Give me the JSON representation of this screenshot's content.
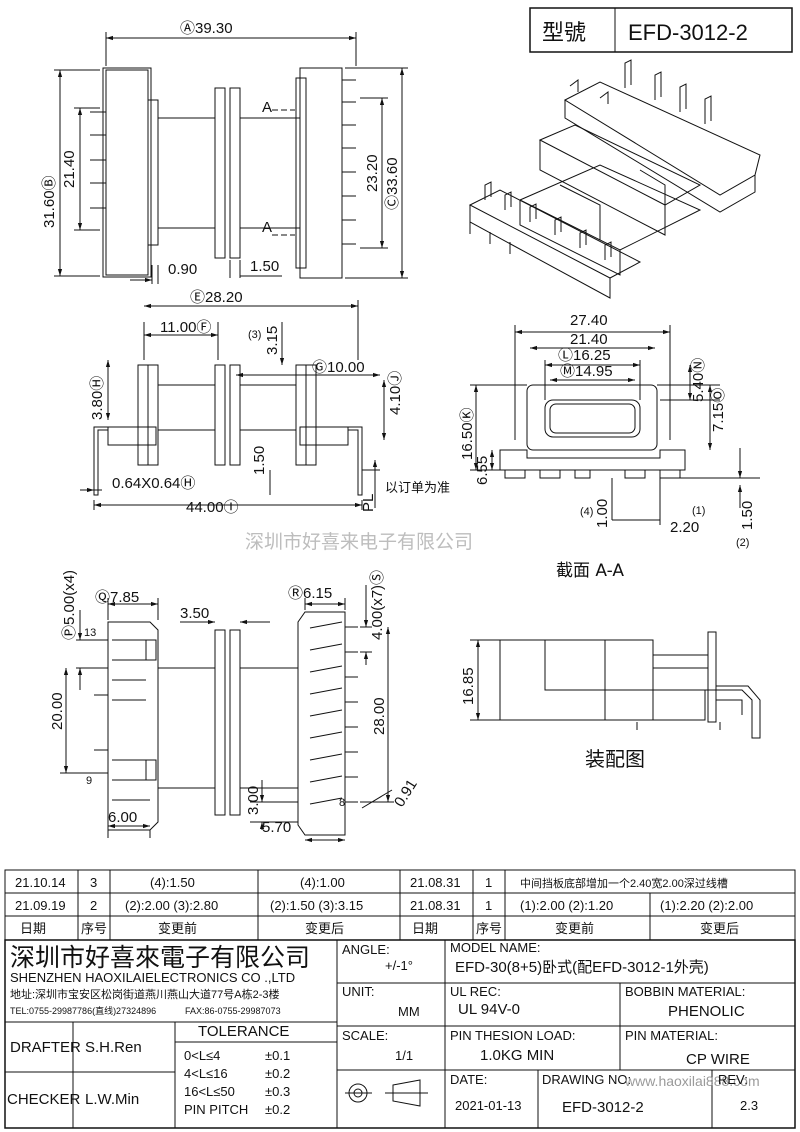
{
  "header": {
    "model_label": "型號",
    "model_value": "EFD-3012-2"
  },
  "top_view": {
    "dim_width": "Ⓐ39.30",
    "dim_b": "31.60Ⓑ",
    "dim_inner": "21.40",
    "dim_mid": "23.20",
    "dim_c": "Ⓒ33.60",
    "dim_090": "0.90",
    "dim_150": "1.50",
    "section_mark": "A"
  },
  "side_view": {
    "dim_e": "Ⓔ28.20",
    "dim_f": "11.00Ⓕ",
    "dim_g": "Ⓖ10.00",
    "dim_315_note": "(3)",
    "dim_315": "3.15",
    "dim_380": "3.80Ⓗ",
    "dim_410": "4.10Ⓙ",
    "dim_150": "1.50",
    "dim_pin": "0.64X0.64Ⓗ",
    "dim_total": "44.00Ⓘ",
    "pl_label": "PL",
    "pl_note": "以订单为准"
  },
  "section_view": {
    "dim_2740": "27.40",
    "dim_2140": "21.40",
    "dim_l": "Ⓛ16.25",
    "dim_m": "Ⓜ14.95",
    "dim_n": "5.40Ⓝ",
    "dim_o": "7.15Ⓞ",
    "dim_k": "16.50Ⓚ",
    "dim_655": "6.55",
    "dim_100": "1.00",
    "dim_220": "2.20",
    "dim_150": "1.50",
    "note_1": "(1)",
    "note_2": "(2)",
    "note_4": "(4)",
    "title": "截面  A-A"
  },
  "watermark": "深圳市好喜来电子有限公司",
  "bottom_view": {
    "dim_p": "Ⓟ5.00(x4)",
    "dim_q": "Ⓠ7.85",
    "dim_350": "3.50",
    "dim_r": "Ⓡ6.15",
    "dim_s": "4.00(x7)Ⓢ",
    "dim_2000": "20.00",
    "dim_2800": "28.00",
    "dim_300": "3.00",
    "dim_091": "0.91",
    "dim_600": "6.00",
    "dim_570": "5.70",
    "pin_13": "13",
    "pin_9": "9",
    "pin_8": "8"
  },
  "assembly": {
    "dim_1685": "16.85",
    "title": "装配图"
  },
  "revisions": {
    "rows": [
      [
        "21.10.14",
        "3",
        "(4):1.50",
        "(4):1.00",
        "21.08.31",
        "1",
        "中间挡板底部增加一个2.40宽2.00深过线槽"
      ],
      [
        "21.09.19",
        "2",
        "(2):2.00  (3):2.80",
        "(2):1.50  (3):3.15",
        "21.08.31",
        "1",
        "(1):2.00  (2):1.20",
        "(1):2.20  (2):2.00"
      ]
    ],
    "headers": [
      "日期",
      "序号",
      "变更前",
      "变更后",
      "日期",
      "序号",
      "变更前",
      "变更后"
    ]
  },
  "title_block": {
    "company_cn": "深圳市好喜來電子有限公司",
    "company_en": "SHENZHEN HAOXILAIELECTRONICS CO .,LTD",
    "address": "地址:深圳市宝安区松岗街道燕川燕山大道77号A栋2-3楼",
    "tel": "TEL:0755-29987786(直线)27324896",
    "fax": "FAX:86-0755-29987073",
    "angle_label": "ANGLE:",
    "angle_value": "+/-1°",
    "unit_label": "UNIT:",
    "unit_value": "MM",
    "scale_label": "SCALE:",
    "scale_value": "1/1",
    "model_name_label": "MODEL NAME:",
    "model_name_value": "EFD-30(8+5)卧式(配EFD-3012-1外壳)",
    "ul_label": "UL REC:",
    "ul_value": "UL 94V-0",
    "bobbin_label": "BOBBIN MATERIAL:",
    "bobbin_value": "PHENOLIC",
    "pin_load_label": "PIN THESION LOAD:",
    "pin_load_value": "1.0KG MIN",
    "pin_mat_label": "PIN MATERIAL:",
    "pin_mat_value": "CP  WIRE",
    "date_label": "DATE:",
    "date_value": "2021-01-13",
    "drawing_no_label": "DRAWING NO:",
    "drawing_no_value": "EFD-3012-2",
    "rev_label": "REV:",
    "rev_value": "2.3",
    "website": "www.haoxilai888.com",
    "drafter_label": "DRAFTER",
    "drafter_value": "S.H.Ren",
    "checker_label": "CHECKER",
    "checker_value": "L.W.Min",
    "tolerance_title": "TOLERANCE",
    "tol_rows": [
      [
        "0<L≤4",
        "±0.1"
      ],
      [
        "4<L≤16",
        "±0.2"
      ],
      [
        "16<L≤50",
        "±0.3"
      ],
      [
        "PIN PITCH",
        "±0.2"
      ]
    ]
  }
}
